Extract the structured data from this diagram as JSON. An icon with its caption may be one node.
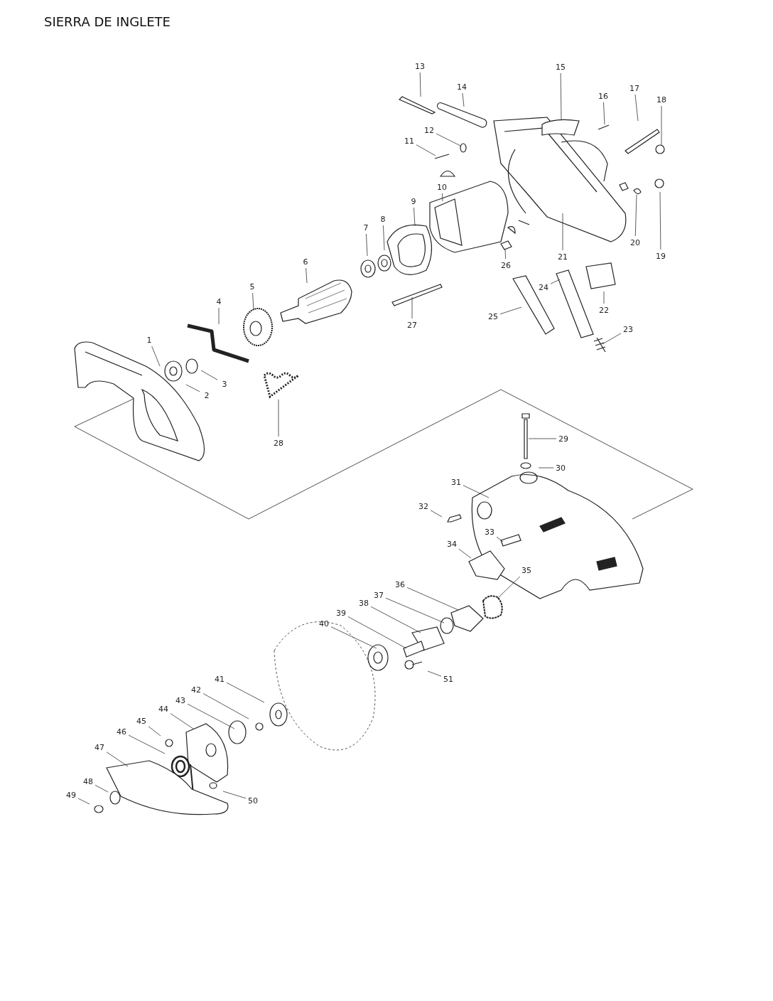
{
  "diagram": {
    "title": "SIERRA DE INGLETE",
    "nodes": [
      {
        "text": [
          "1"
        ]
      },
      {
        "text": [
          "2"
        ]
      },
      {
        "text": [
          "3"
        ]
      },
      {
        "text": [
          "4"
        ]
      },
      {
        "text": [
          "5"
        ]
      },
      {
        "text": [
          "6"
        ]
      },
      {
        "text": [
          "7"
        ]
      },
      {
        "text": [
          "8"
        ]
      },
      {
        "text": [
          "9"
        ]
      },
      {
        "text": [
          "10"
        ]
      },
      {
        "text": [
          "11"
        ]
      },
      {
        "text": [
          "12"
        ]
      },
      {
        "text": [
          "13"
        ]
      },
      {
        "text": [
          "14"
        ]
      },
      {
        "text": [
          "15"
        ]
      },
      {
        "text": [
          "16"
        ]
      },
      {
        "text": [
          "17"
        ]
      },
      {
        "text": [
          "18"
        ]
      },
      {
        "text": [
          "19"
        ]
      },
      {
        "text": [
          "20"
        ]
      },
      {
        "text": [
          "21"
        ]
      },
      {
        "text": [
          "22"
        ]
      },
      {
        "text": [
          "23"
        ]
      },
      {
        "text": [
          "24"
        ]
      },
      {
        "text": [
          "25"
        ]
      },
      {
        "text": [
          "26"
        ]
      },
      {
        "text": [
          "27"
        ]
      },
      {
        "text": [
          "28"
        ]
      },
      {
        "text": [
          "29"
        ]
      },
      {
        "text": [
          "30"
        ]
      },
      {
        "text": [
          "31"
        ]
      },
      {
        "text": [
          "32"
        ]
      },
      {
        "text": [
          "33"
        ]
      },
      {
        "text": [
          "34"
        ]
      },
      {
        "text": [
          "35"
        ]
      },
      {
        "text": [
          "36"
        ]
      },
      {
        "text": [
          "37"
        ]
      },
      {
        "text": [
          "38"
        ]
      },
      {
        "text": [
          "39"
        ]
      },
      {
        "text": [
          "40"
        ]
      },
      {
        "text": [
          "41"
        ]
      },
      {
        "text": [
          "42"
        ]
      },
      {
        "text": [
          "43"
        ]
      },
      {
        "text": [
          "44"
        ]
      },
      {
        "text": [
          "45"
        ]
      },
      {
        "text": [
          "46"
        ]
      },
      {
        "text": [
          "47"
        ]
      },
      {
        "text": [
          "48"
        ]
      },
      {
        "text": [
          "49"
        ]
      },
      {
        "text": [
          "50"
        ]
      },
      {
        "text": [
          "51"
        ]
      }
    ],
    "edges": [
      {
        "from": 0,
        "to": null,
        "arrow": "none"
      },
      {
        "from": 1,
        "to": null,
        "arrow": "none"
      },
      {
        "from": 2,
        "to": null,
        "arrow": "none"
      },
      {
        "from": 3,
        "to": null,
        "arrow": "none"
      },
      {
        "from": 4,
        "to": null,
        "arrow": "none"
      },
      {
        "from": 5,
        "to": null,
        "arrow": "none"
      },
      {
        "from": 6,
        "to": null,
        "arrow": "none"
      },
      {
        "from": 7,
        "to": null,
        "arrow": "none"
      },
      {
        "from": 8,
        "to": null,
        "arrow": "none"
      },
      {
        "from": 9,
        "to": null,
        "arrow": "none"
      },
      {
        "from": 10,
        "to": null,
        "arrow": "none"
      },
      {
        "from": 11,
        "to": null,
        "arrow": "none"
      },
      {
        "from": 12,
        "to": null,
        "arrow": "none"
      },
      {
        "from": 13,
        "to": null,
        "arrow": "none"
      },
      {
        "from": 14,
        "to": null,
        "arrow": "none"
      },
      {
        "from": 15,
        "to": null,
        "arrow": "none"
      },
      {
        "from": 16,
        "to": null,
        "arrow": "none"
      },
      {
        "from": 17,
        "to": null,
        "arrow": "none"
      },
      {
        "from": 18,
        "to": null,
        "arrow": "none"
      },
      {
        "from": 19,
        "to": null,
        "arrow": "none"
      },
      {
        "from": 20,
        "to": null,
        "arrow": "none"
      },
      {
        "from": 21,
        "to": null,
        "arrow": "none"
      },
      {
        "from": 22,
        "to": null,
        "arrow": "none"
      },
      {
        "from": 23,
        "to": null,
        "arrow": "none"
      },
      {
        "from": 24,
        "to": null,
        "arrow": "none"
      },
      {
        "from": 25,
        "to": null,
        "arrow": "none"
      },
      {
        "from": 26,
        "to": null,
        "arrow": "none"
      },
      {
        "from": 27,
        "to": null,
        "arrow": "none"
      },
      {
        "from": 28,
        "to": null,
        "arrow": "none"
      },
      {
        "from": 29,
        "to": null,
        "arrow": "none"
      },
      {
        "from": 30,
        "to": null,
        "arrow": "none"
      },
      {
        "from": 31,
        "to": null,
        "arrow": "none"
      },
      {
        "from": 32,
        "to": null,
        "arrow": "none"
      },
      {
        "from": 33,
        "to": null,
        "arrow": "none"
      },
      {
        "from": 34,
        "to": null,
        "arrow": "none"
      },
      {
        "from": 35,
        "to": null,
        "arrow": "none"
      },
      {
        "from": 36,
        "to": null,
        "arrow": "none"
      },
      {
        "from": 37,
        "to": null,
        "arrow": "none"
      },
      {
        "from": 38,
        "to": null,
        "arrow": "none"
      },
      {
        "from": 39,
        "to": null,
        "arrow": "none"
      },
      {
        "from": 40,
        "to": null,
        "arrow": "none"
      },
      {
        "from": 41,
        "to": null,
        "arrow": "none"
      },
      {
        "from": 42,
        "to": null,
        "arrow": "none"
      },
      {
        "from": 43,
        "to": null,
        "arrow": "none"
      },
      {
        "from": 44,
        "to": null,
        "arrow": "none"
      },
      {
        "from": 45,
        "to": null,
        "arrow": "none"
      },
      {
        "from": 46,
        "to": null,
        "arrow": "none"
      },
      {
        "from": 47,
        "to": null,
        "arrow": "none"
      },
      {
        "from": 48,
        "to": null,
        "arrow": "none"
      },
      {
        "from": 49,
        "to": null,
        "arrow": "none"
      },
      {
        "from": 50,
        "to": null,
        "arrow": "none"
      }
    ]
  }
}
